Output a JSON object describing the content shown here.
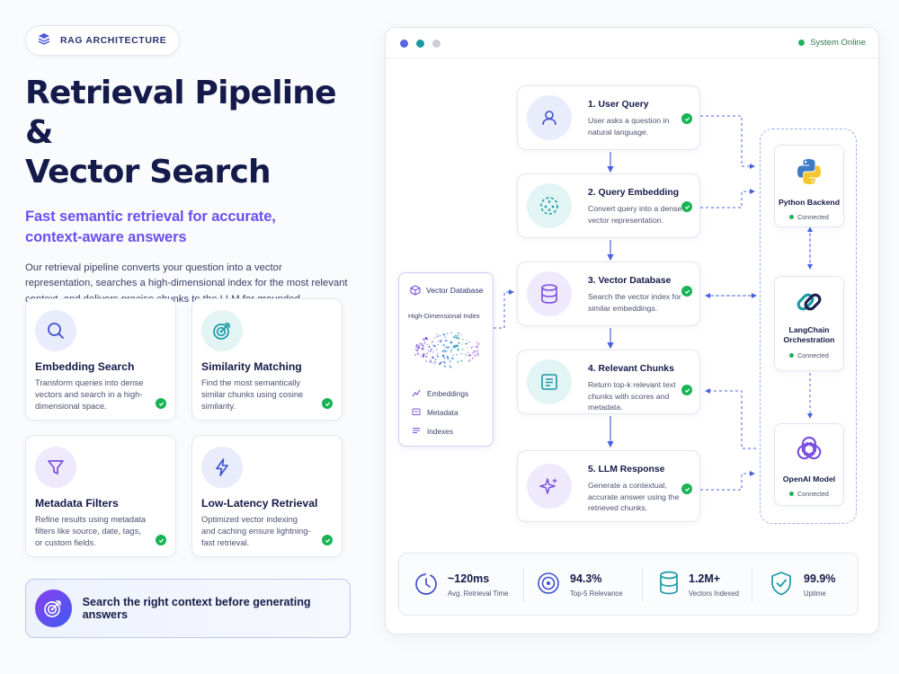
{
  "badge": {
    "label": "RAG ARCHITECTURE",
    "icon": "layers-icon"
  },
  "hero": {
    "title_line1": "Retrieval Pipeline &",
    "title_line2": "Vector Search",
    "subtitle_line1": "Fast semantic retrieval for accurate,",
    "subtitle_line2": "context-aware answers",
    "description": "Our retrieval pipeline converts your question into a vector representation, searches a high-dimensional index for the most relevant context, and delivers precise chunks to the LLM for grounded, trustworthy answers."
  },
  "features": [
    {
      "title": "Embedding Search",
      "description": "Transform queries into dense vectors and search in a high-dimensional space.",
      "icon": "search-icon"
    },
    {
      "title": "Similarity Matching",
      "description": "Find the most semantically similar chunks using cosine similarity.",
      "icon": "target-icon"
    },
    {
      "title": "Metadata Filters",
      "description": "Refine results using metadata filters like source, date, tags, or custom fields.",
      "icon": "filter-icon"
    },
    {
      "title": "Low-Latency Retrieval",
      "description": "Optimized vector indexing and caching ensure lightning-fast retrieval.",
      "icon": "lightning-icon"
    }
  ],
  "banner": {
    "text": "Search the right context before generating answers",
    "icon": "target-icon"
  },
  "window": {
    "status": "System Online"
  },
  "pipeline": [
    {
      "title": "1. User Query",
      "description": "User asks a question in natural language.",
      "icon": "user-icon"
    },
    {
      "title": "2. Query Embedding",
      "description": "Convert query into a dense vector representation.",
      "icon": "embedding-icon"
    },
    {
      "title": "3. Vector Database",
      "description": "Search the vector index for similar embeddings.",
      "icon": "database-icon"
    },
    {
      "title": "4. Relevant Chunks",
      "description": "Return top-k relevant text chunks with scores and metadata.",
      "icon": "document-icon"
    },
    {
      "title": "5. LLM Response",
      "description": "Generate a contextual, accurate answer using the retrieved chunks.",
      "icon": "sparkle-icon"
    }
  ],
  "vector_db": {
    "title": "Vector Database",
    "subtitle": "High-Dimensional Index",
    "items": [
      {
        "label": "Embeddings",
        "icon": "chart-icon"
      },
      {
        "label": "Metadata",
        "icon": "tag-icon"
      },
      {
        "label": "Indexes",
        "icon": "list-icon"
      }
    ]
  },
  "services": [
    {
      "name": "Python Backend",
      "status": "Connected",
      "icon": "python-logo"
    },
    {
      "name_line1": "LangChain",
      "name_line2": "Orchestration",
      "status": "Connected",
      "icon": "langchain-logo"
    },
    {
      "name": "OpenAI Model",
      "status": "Connected",
      "icon": "openai-logo"
    }
  ],
  "stats": [
    {
      "value": "~120ms",
      "label": "Avg. Retrieval Time",
      "icon": "clock-icon"
    },
    {
      "value": "94.3%",
      "label": "Top-5 Relevance",
      "icon": "target-icon"
    },
    {
      "value": "1.2M+",
      "label": "Vectors Indexed",
      "icon": "database-icon"
    },
    {
      "value": "99.9%",
      "label": "Uptime",
      "icon": "shield-check-icon"
    }
  ],
  "colors": {
    "primary": "#141a4a",
    "accent_purple": "#6a4ff0",
    "accent_blue": "#3e5bf0",
    "success": "#16b455",
    "teal": "#1b9aa6"
  }
}
